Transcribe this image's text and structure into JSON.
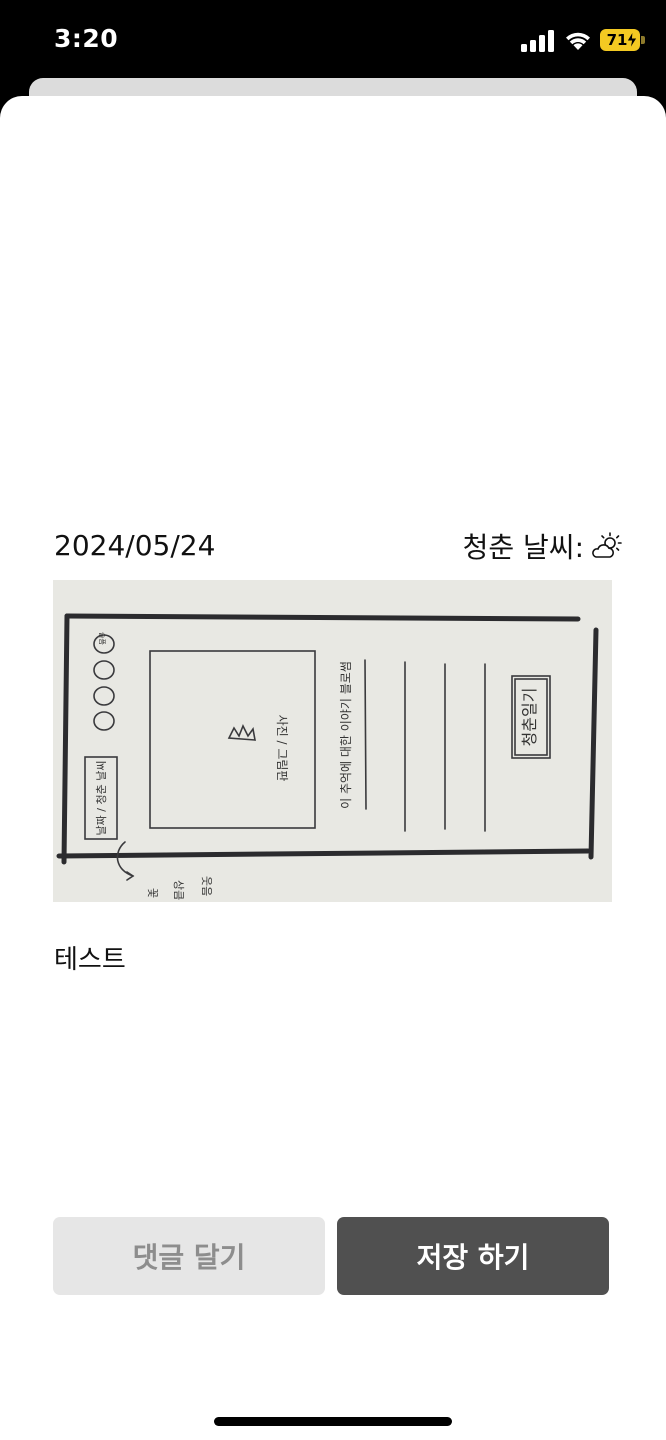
{
  "status_bar": {
    "time": "3:20",
    "battery_level": "71"
  },
  "diary": {
    "date": "2024/05/24",
    "weather_label": "청춘 날씨:",
    "weather_icon": "partly-cloudy-sun-icon",
    "photo": {
      "description_icon": "hand-drawn-wireframe-sketch-photo",
      "sketch_texts": [
        "사진 / 그림판",
        "이 추억에 대한 이야기 블로썸",
        "청춘일기",
        "날짜 / 청춘 날씨",
        "꽃",
        "상큼",
        "웃음",
        "슬픔"
      ]
    },
    "body_text": "테스트"
  },
  "actions": {
    "comment_label": "댓글 달기",
    "save_label": "저장 하기"
  },
  "colors": {
    "status_bar_bg": "#000000",
    "battery_accent": "#f3c922",
    "sheet_bg": "#ffffff",
    "secondary_button_bg": "#e6e6e6",
    "primary_button_bg": "#505050"
  }
}
